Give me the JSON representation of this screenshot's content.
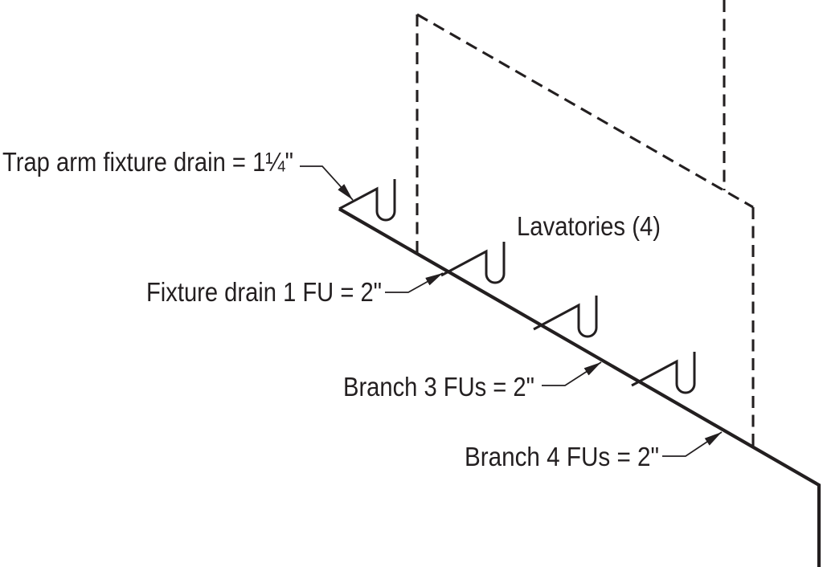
{
  "diagram": {
    "kind": "plumbing-isometric",
    "fixture_count": 4,
    "labels": {
      "trap_arm": "Trap arm fixture drain = 1¼\"",
      "lavatories": "Lavatories (4)",
      "fixture_drain": "Fixture drain 1 FU = 2\"",
      "branch_3": "Branch 3 FUs = 2\"",
      "branch_4": "Branch 4 FUs = 2\""
    },
    "colors": {
      "ink": "#231f20",
      "paper": "#ffffff"
    }
  }
}
